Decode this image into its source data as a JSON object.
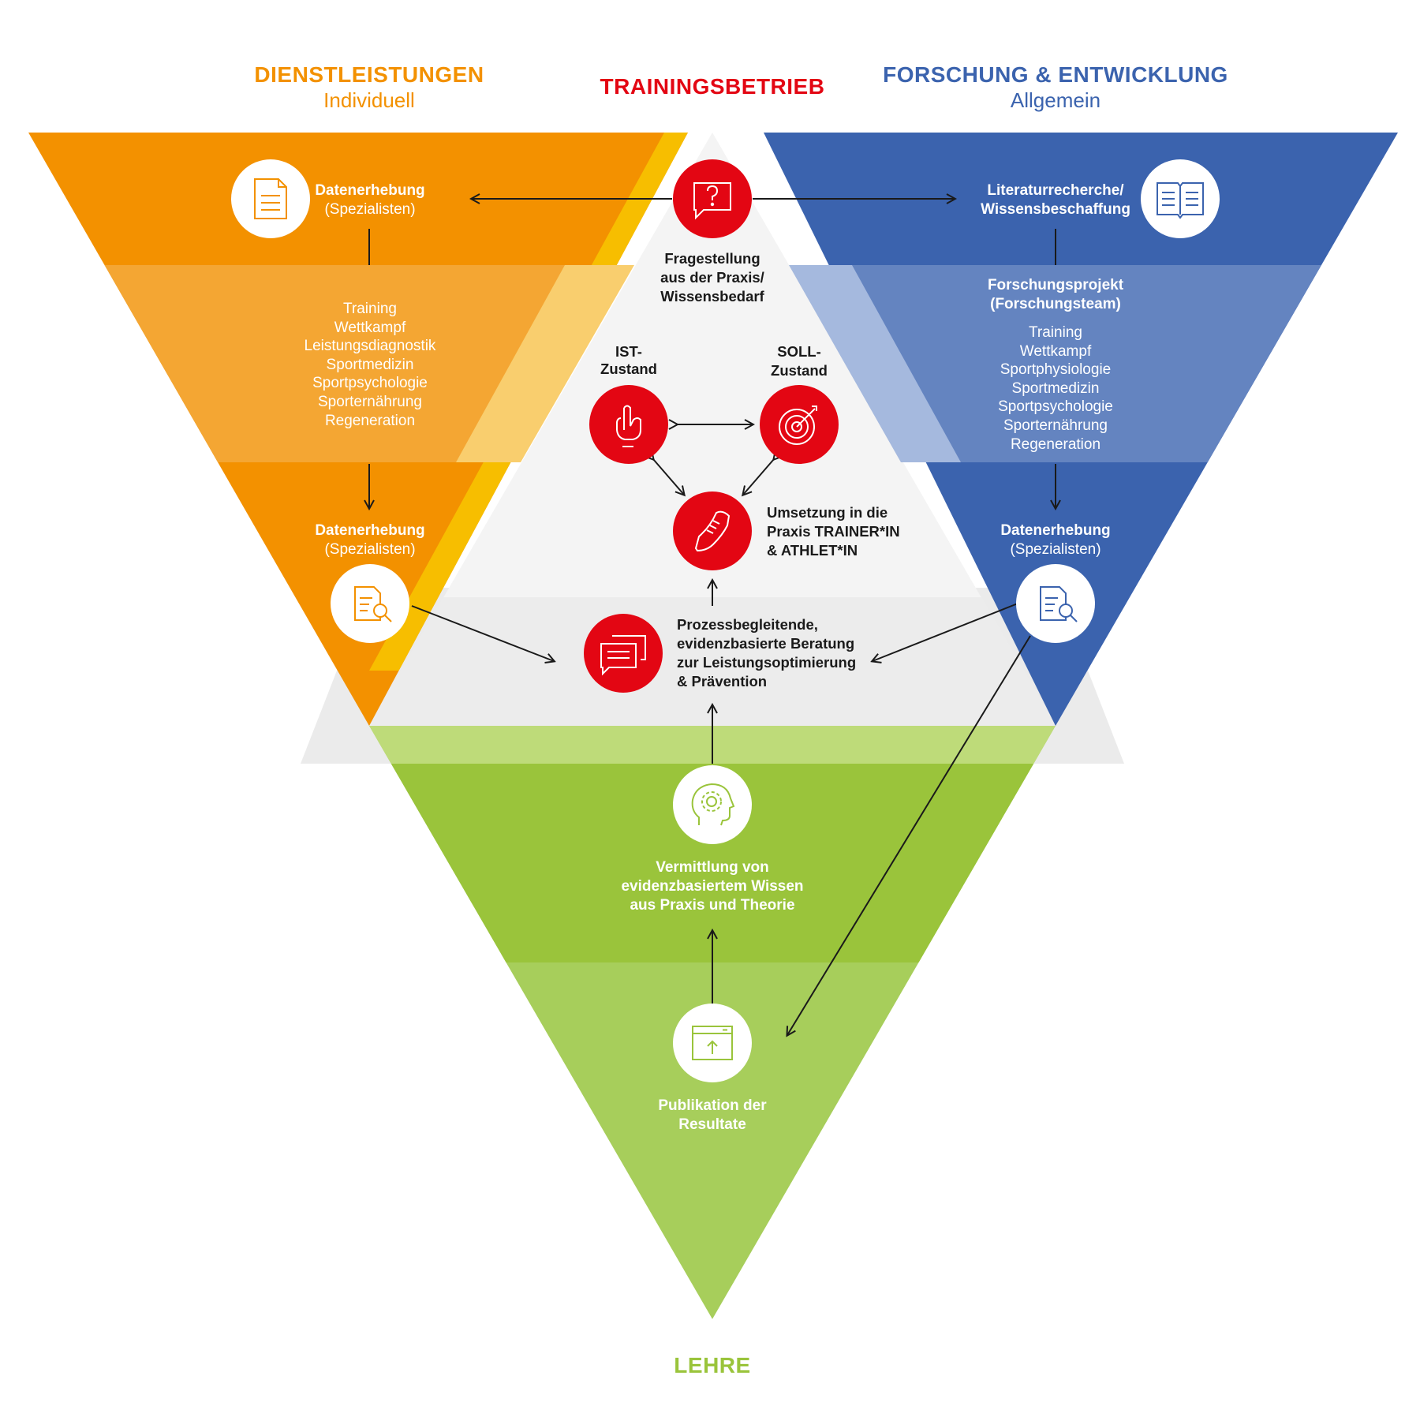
{
  "headers": {
    "left_title": "DIENSTLEISTUNGEN",
    "left_sub": "Individuell",
    "center_title": "TRAININGSBETRIEB",
    "right_title": "FORSCHUNG & ENTWICKLUNG",
    "right_sub": "Allgemein",
    "bottom_title": "LEHRE"
  },
  "colors": {
    "orange": "#F39100",
    "yellow": "#F7BE00",
    "blue": "#3B63AE",
    "green": "#9AC43B",
    "red": "#E30613"
  },
  "left": {
    "top_title": "Datenerhebung",
    "top_sub": "(Spezialisten)",
    "list": [
      "Training",
      "Wettkampf",
      "Leistungsdiagnostik",
      "Sportmedizin",
      "Sportpsychologie",
      "Sporternährung",
      "Regeneration"
    ],
    "bottom_title": "Datenerhebung",
    "bottom_sub": "(Spezialisten)"
  },
  "right": {
    "top_line1": "Literaturrecherche/",
    "top_line2": "Wissensbeschaffung",
    "project_line1": "Forschungsprojekt",
    "project_line2": "(Forschungsteam)",
    "list": [
      "Training",
      "Wettkampf",
      "Sportphysiologie",
      "Sportmedizin",
      "Sportpsychologie",
      "Sporternährung",
      "Regeneration"
    ],
    "bottom_title": "Datenerhebung",
    "bottom_sub": "(Spezialisten)"
  },
  "center": {
    "question": [
      "Fragestellung",
      "aus der Praxis/",
      "Wissensbedarf"
    ],
    "ist": [
      "IST-",
      "Zustand"
    ],
    "soll": [
      "SOLL-",
      "Zustand"
    ],
    "umsetzung": [
      "Umsetzung in die",
      "Praxis TRAINER*IN",
      "& ATHLET*IN"
    ],
    "beratung": [
      "Prozessbegleitende,",
      "evidenzbasierte Beratung",
      "zur Leistungsoptimierung",
      "& Prävention"
    ]
  },
  "bottom": {
    "vermittlung": [
      "Vermittlung von",
      "evidenzbasiertem Wissen",
      "aus Praxis und Theorie"
    ],
    "publikation": [
      "Publikation der",
      "Resultate"
    ]
  },
  "icons": {
    "left_top": "document-icon",
    "left_bottom": "document-search-icon",
    "right_top": "open-book-icon",
    "right_bottom": "document-search-icon",
    "question": "question-bubble-icon",
    "ist": "hand-pointing-icon",
    "soll": "target-icon",
    "umsetzung": "sneaker-icon",
    "beratung": "chat-bubbles-icon",
    "vermittlung": "head-gear-icon",
    "publikation": "upload-window-icon"
  }
}
